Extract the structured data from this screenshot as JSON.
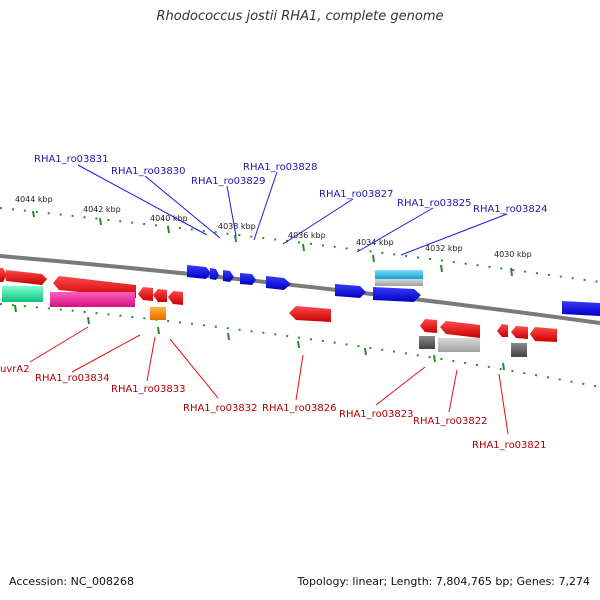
{
  "title": "Rhodococcus jostii RHA1, complete genome",
  "footer": {
    "accession": "Accession: NC_008268",
    "topology": "Topology: linear; Length: 7,804,765 bp; Genes: 7,274"
  },
  "scale_labels": [
    "4044 kbp",
    "4042 kbp",
    "4040 kbp",
    "4038 kbp",
    "4036 kbp",
    "4034 kbp",
    "4032 kbp",
    "4030 kbp"
  ],
  "upper_genes": [
    "RHA1_ro03831",
    "RHA1_ro03830",
    "RHA1_ro03829",
    "RHA1_ro03828",
    "RHA1_ro03827",
    "RHA1_ro03825",
    "RHA1_ro03824"
  ],
  "lower_genes": [
    "uvrA2",
    "RHA1_ro03834",
    "RHA1_ro03833",
    "RHA1_ro03832",
    "RHA1_ro03826",
    "RHA1_ro03823",
    "RHA1_ro03822",
    "RHA1_ro03821"
  ],
  "colors": {
    "forward_gene": "#1a1ae6",
    "reverse_gene": "#e81010",
    "backbone": "#808080",
    "ticks": "#2a8a2a",
    "upper_label": "#1a1aa6",
    "lower_label": "#b00000"
  }
}
